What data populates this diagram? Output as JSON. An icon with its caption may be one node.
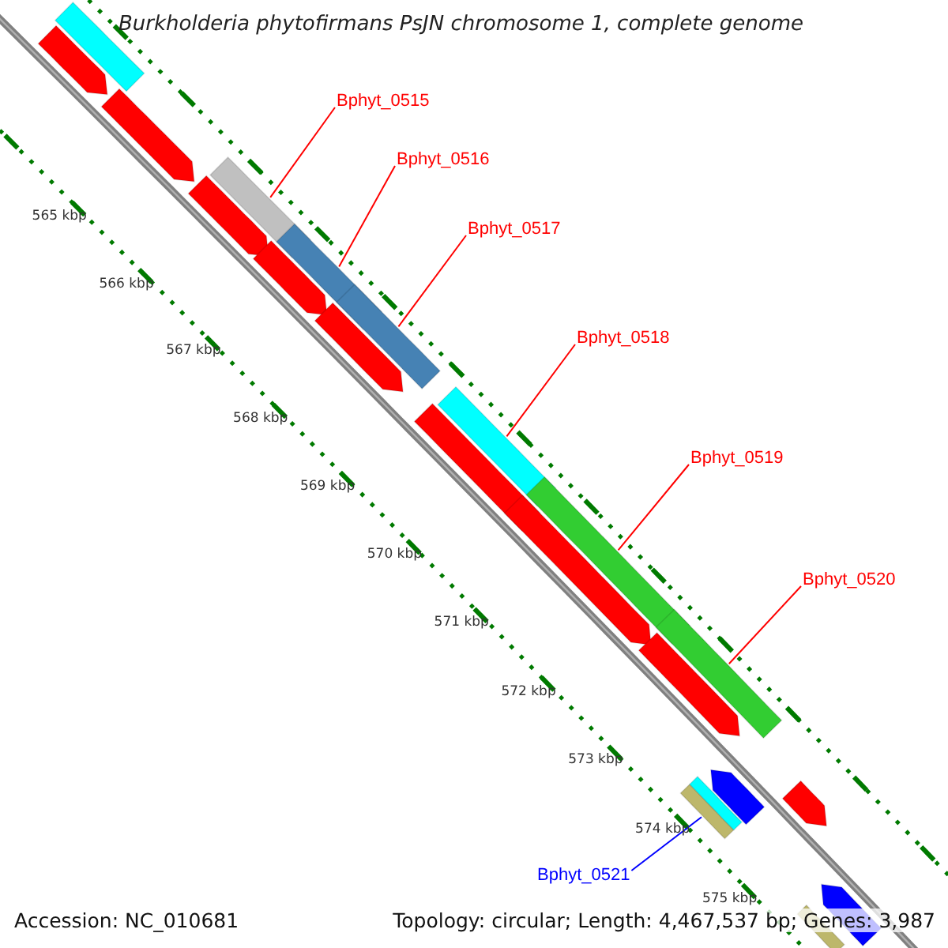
{
  "diagram": {
    "title": "Burkholderia phytofirmans PsJN chromosome 1, complete genome",
    "nodes": [
      {
        "text": [
          "Bphyt_0515"
        ]
      },
      {
        "text": [
          "Bphyt_0516"
        ]
      },
      {
        "text": [
          "Bphyt_0517"
        ]
      },
      {
        "text": [
          "Bphyt_0518"
        ]
      },
      {
        "text": [
          "Bphyt_0519"
        ]
      },
      {
        "text": [
          "Bphyt_0520"
        ]
      },
      {
        "text": [
          "Bphyt_0521"
        ]
      },
      {
        "text": [],
        "shape": "bar"
      },
      {
        "text": [],
        "shape": "arrow"
      },
      {
        "text": [],
        "shape": "arrow"
      },
      {
        "text": [],
        "shape": "arrow"
      },
      {
        "text": [],
        "shape": "bar"
      },
      {
        "text": [],
        "shape": "arrow"
      },
      {
        "text": [],
        "shape": "bar"
      },
      {
        "text": [],
        "shape": "arrow"
      },
      {
        "text": [],
        "shape": "bar"
      },
      {
        "text": [],
        "shape": "arrow"
      },
      {
        "text": [],
        "shape": "bar"
      },
      {
        "text": [],
        "shape": "arrow"
      },
      {
        "text": [],
        "shape": "bar"
      },
      {
        "text": [],
        "shape": "arrow"
      },
      {
        "text": [],
        "shape": "bar"
      },
      {
        "text": [],
        "shape": "bar"
      },
      {
        "text": [],
        "shape": "bar"
      },
      {
        "text": [],
        "shape": "arrow"
      },
      {
        "text": [],
        "shape": "arrow"
      },
      {
        "text": [],
        "shape": "bar"
      },
      {
        "text": [],
        "shape": "arrow"
      }
    ],
    "edges": [
      {
        "from": 0,
        "to": 11,
        "arrow": "none"
      },
      {
        "from": 1,
        "to": 13,
        "arrow": "none"
      },
      {
        "from": 2,
        "to": 15,
        "arrow": "none"
      },
      {
        "from": 3,
        "to": 17,
        "arrow": "none"
      },
      {
        "from": 4,
        "to": 19,
        "arrow": "none"
      },
      {
        "from": 5,
        "to": 21,
        "arrow": "none"
      },
      {
        "from": 6,
        "to": 22,
        "arrow": "none",
        "color": "#0000ff"
      }
    ],
    "labels": [
      "565 kbp",
      "566 kbp",
      "567 kbp",
      "568 kbp",
      "569 kbp",
      "570 kbp",
      "571 kbp",
      "572 kbp",
      "573 kbp",
      "574 kbp",
      "575 kbp",
      "Accession: NC_010681",
      "Topology: circular; Length: 4,467,537 bp; Genes: 3,987"
    ]
  }
}
